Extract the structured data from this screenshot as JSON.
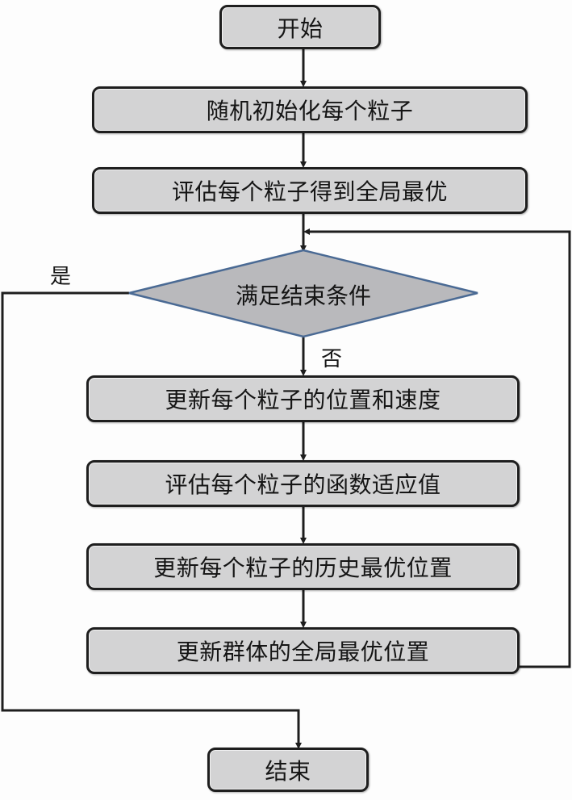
{
  "diagram": {
    "type": "flowchart",
    "nodes": {
      "start": "开始",
      "init": "随机初始化每个粒子",
      "evaluate_global": "评估每个粒子得到全局最优",
      "decision": "满足结束条件",
      "update_pos_vel": "更新每个粒子的位置和速度",
      "evaluate_fitness": "评估每个粒子的函数适应值",
      "update_pbest": "更新每个粒子的历史最优位置",
      "update_gbest": "更新群体的全局最优位置",
      "end": "结束"
    },
    "edge_labels": {
      "yes": "是",
      "no": "否"
    },
    "edges": [
      {
        "from": "start",
        "to": "init"
      },
      {
        "from": "init",
        "to": "evaluate_global"
      },
      {
        "from": "evaluate_global",
        "to": "decision"
      },
      {
        "from": "decision",
        "to": "end",
        "label": "是"
      },
      {
        "from": "decision",
        "to": "update_pos_vel",
        "label": "否"
      },
      {
        "from": "update_pos_vel",
        "to": "evaluate_fitness"
      },
      {
        "from": "evaluate_fitness",
        "to": "update_pbest"
      },
      {
        "from": "update_pbest",
        "to": "update_gbest"
      },
      {
        "from": "update_gbest",
        "to": "decision"
      }
    ],
    "colors": {
      "box_fill": "#d3d3d4",
      "box_border": "#1e1e1e",
      "diamond_fill": "#b9b9bc",
      "diamond_border": "#4a6a94",
      "line": "#1e1e1e"
    }
  }
}
